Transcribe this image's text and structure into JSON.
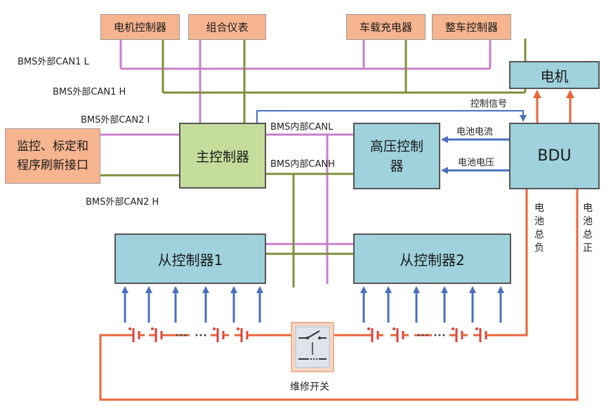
{
  "top_boxes": {
    "motor_controller": "电机控制器",
    "instrument_cluster": "组合仪表",
    "onboard_charger": "车载充电器",
    "vehicle_controller": "整车控制器"
  },
  "motor": "电机",
  "monitor_port": "监控、标定和程序刷新接口",
  "main_controller": "主控制器",
  "hv_controller": "高压控制器",
  "bdu": "BDU",
  "slave1": "从控制器1",
  "slave2": "从控制器2",
  "maintenance_switch": "维修开关",
  "bus_labels": {
    "can1_l": "BMS外部CAN1 L",
    "can1_h": "BMS外部CAN1 H",
    "can2_l": "BMS外部CAN2 I",
    "can2_h": "BMS外部CAN2 H",
    "internal_canl": "BMS内部CANL",
    "internal_canh": "BMS内部CANH"
  },
  "signal_labels": {
    "control_signal": "控制信号",
    "battery_current": "电池电流",
    "battery_voltage": "电池电压",
    "battery_negative": "电池总负",
    "battery_positive": "电池总正"
  },
  "colors": {
    "can_l": "#c77fc9",
    "can_h": "#7e8f3a",
    "signal": "#4a6fc0",
    "power": "#e8663a",
    "cell_red": "#e0403c"
  }
}
